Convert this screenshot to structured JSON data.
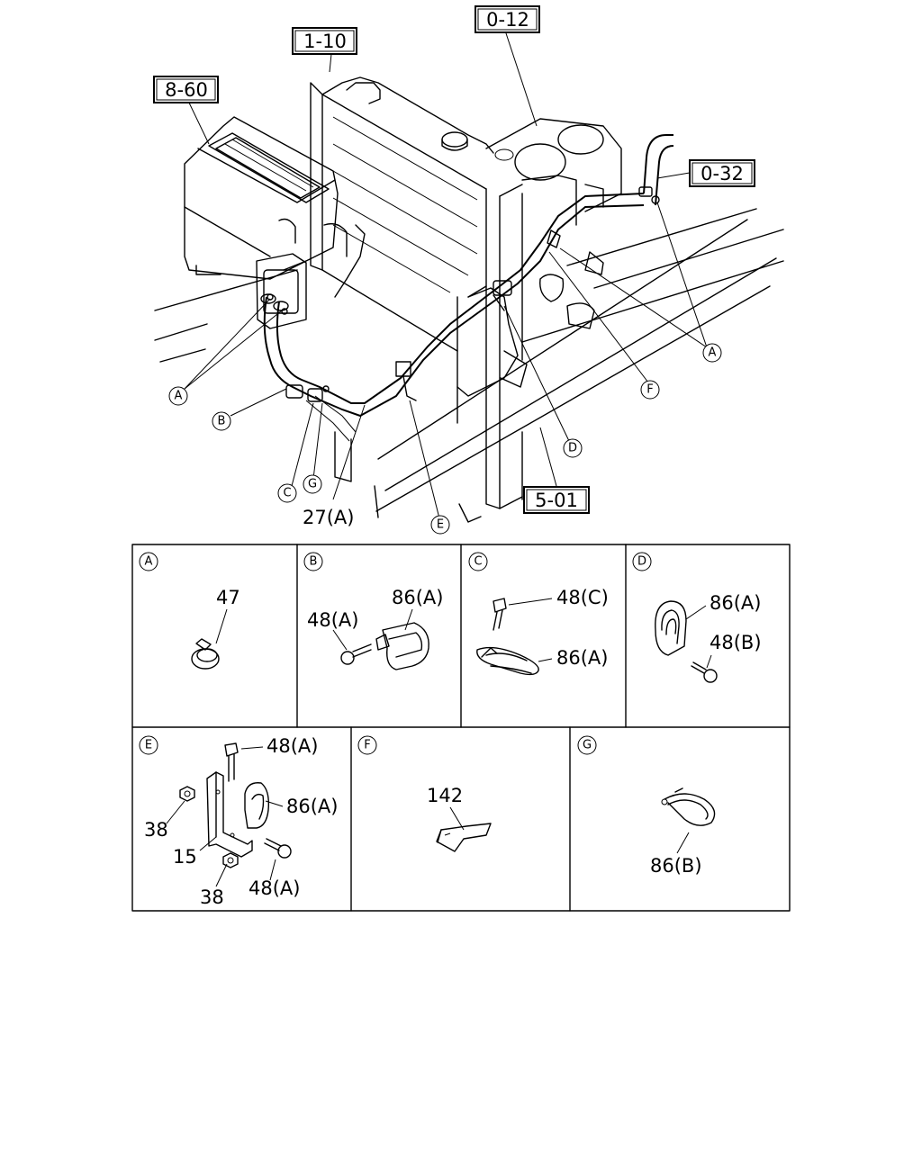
{
  "references": {
    "r_1_10": "1-10",
    "r_0_12": "0-12",
    "r_8_60": "8-60",
    "r_0_32": "0-32",
    "r_5_01": "5-01"
  },
  "main_callouts": {
    "A_left": "A",
    "A_right": "A",
    "B": "B",
    "C": "C",
    "D": "D",
    "E": "E",
    "F": "F",
    "G": "G",
    "part_27": "27(A)"
  },
  "detail_panels": {
    "A": {
      "letter": "A",
      "parts": [
        "47"
      ]
    },
    "B": {
      "letter": "B",
      "parts": [
        "86(A)",
        "48(A)"
      ]
    },
    "C": {
      "letter": "C",
      "parts": [
        "48(C)",
        "86(A)"
      ]
    },
    "D": {
      "letter": "D",
      "parts": [
        "86(A)",
        "48(B)"
      ]
    },
    "E": {
      "letter": "E",
      "parts": [
        "48(A)",
        "86(A)",
        "38",
        "15",
        "38",
        "48(A)"
      ]
    },
    "F": {
      "letter": "F",
      "parts": [
        "142"
      ]
    },
    "G": {
      "letter": "G",
      "parts": [
        "86(B)"
      ]
    }
  }
}
